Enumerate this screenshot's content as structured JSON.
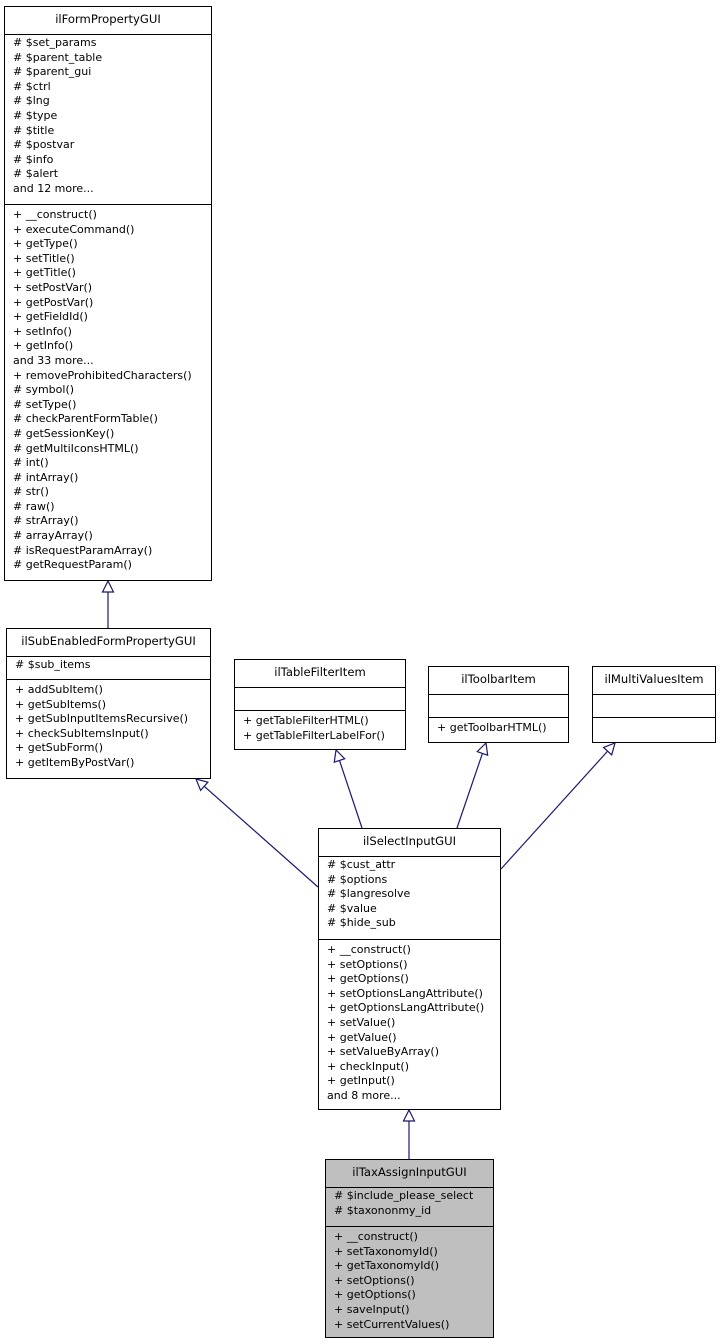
{
  "diagram": {
    "classes": [
      {
        "id": "ilFormPropertyGUI",
        "name": "ilFormPropertyGUI",
        "highlight": false,
        "attributes": [
          "# $set_params",
          "# $parent_table",
          "# $parent_gui",
          "# $ctrl",
          "# $lng",
          "# $type",
          "# $title",
          "# $postvar",
          "# $info",
          "# $alert",
          "and 12 more..."
        ],
        "methods": [
          "+ __construct()",
          "+ executeCommand()",
          "+ getType()",
          "+ setTitle()",
          "+ getTitle()",
          "+ setPostVar()",
          "+ getPostVar()",
          "+ getFieldId()",
          "+ setInfo()",
          "+ getInfo()",
          "and 33 more...",
          "+ removeProhibitedCharacters()",
          "# symbol()",
          "# setType()",
          "# checkParentFormTable()",
          "# getSessionKey()",
          "# getMultiIconsHTML()",
          "# int()",
          "# intArray()",
          "# str()",
          "# raw()",
          "# strArray()",
          "# arrayArray()",
          "# isRequestParamArray()",
          "# getRequestParam()"
        ]
      },
      {
        "id": "ilSubEnabledFormPropertyGUI",
        "name": "ilSubEnabledFormPropertyGUI",
        "highlight": false,
        "attributes": [
          "# $sub_items"
        ],
        "methods": [
          "+ addSubItem()",
          "+ getSubItems()",
          "+ getSubInputItemsRecursive()",
          "+ checkSubItemsInput()",
          "+ getSubForm()",
          "+ getItemByPostVar()"
        ]
      },
      {
        "id": "ilTableFilterItem",
        "name": "ilTableFilterItem",
        "highlight": false,
        "attributes": [],
        "methods": [
          "+ getTableFilterHTML()",
          "+ getTableFilterLabelFor()"
        ]
      },
      {
        "id": "ilToolbarItem",
        "name": "ilToolbarItem",
        "highlight": false,
        "attributes": [],
        "methods": [
          "+ getToolbarHTML()"
        ]
      },
      {
        "id": "ilMultiValuesItem",
        "name": "ilMultiValuesItem",
        "highlight": false,
        "attributes": [],
        "methods": []
      },
      {
        "id": "ilSelectInputGUI",
        "name": "ilSelectInputGUI",
        "highlight": false,
        "attributes": [
          "# $cust_attr",
          "# $options",
          "# $langresolve",
          "# $value",
          "# $hide_sub"
        ],
        "methods": [
          "+ __construct()",
          "+ setOptions()",
          "+ getOptions()",
          "+ setOptionsLangAttribute()",
          "+ getOptionsLangAttribute()",
          "+ setValue()",
          "+ getValue()",
          "+ setValueByArray()",
          "+ checkInput()",
          "+ getInput()",
          "and 8 more..."
        ]
      },
      {
        "id": "ilTaxAssignInputGUI",
        "name": "ilTaxAssignInputGUI",
        "highlight": true,
        "attributes": [
          "# $include_please_select",
          "# $taxononmy_id"
        ],
        "methods": [
          "+ __construct()",
          "+ setTaxonomyId()",
          "+ getTaxonomyId()",
          "+ setOptions()",
          "+ getOptions()",
          "+ saveInput()",
          "+ setCurrentValues()"
        ]
      }
    ],
    "edge_color": "#191970",
    "box_border_color": "#000000",
    "highlight_fill": "#bfbfbf"
  }
}
